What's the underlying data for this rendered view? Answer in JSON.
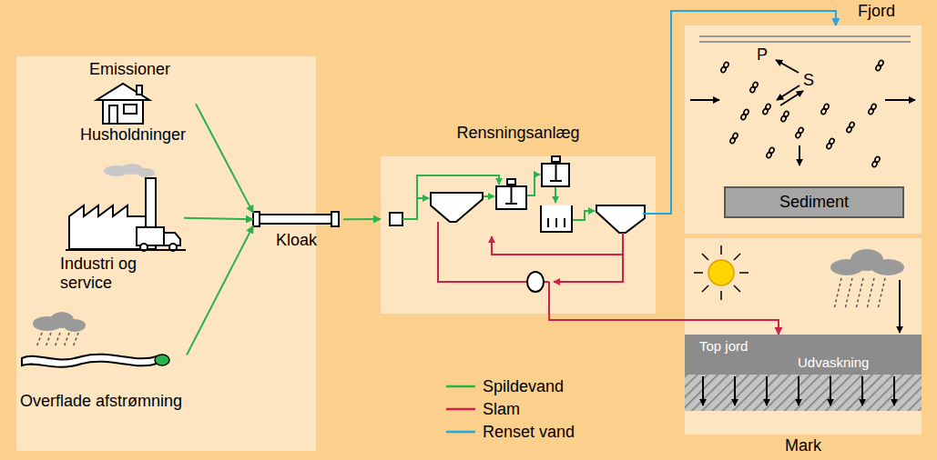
{
  "diagram": {
    "nodes": [
      {
        "text": [
          "Emissioner"
        ]
      },
      {
        "text": [
          "Husholdninger"
        ],
        "in": 0
      },
      {
        "text": [
          "Industri og service"
        ],
        "in": 0
      },
      {
        "text": [
          "Overflade afstrømning"
        ],
        "in": 0
      },
      {
        "text": [
          "Kloak"
        ]
      },
      {
        "text": [
          "Rensningsanlæg"
        ]
      },
      {
        "text": [
          "Fjord"
        ]
      },
      {
        "text": [
          "Sediment"
        ],
        "in": 6
      },
      {
        "text": [
          "Mark"
        ]
      },
      {
        "text": [
          "Top jord",
          "Udvaskning"
        ],
        "in": 8
      }
    ],
    "edges": [
      {
        "from": 1,
        "to": 4,
        "arrow": "to"
      },
      {
        "from": 2,
        "to": 4,
        "arrow": "to"
      },
      {
        "from": 3,
        "to": 4,
        "arrow": "to"
      },
      {
        "from": 4,
        "to": 5,
        "arrow": "to"
      },
      {
        "from": 5,
        "to": 6,
        "arrow": "to"
      },
      {
        "from": 5,
        "to": 9,
        "arrow": "to"
      }
    ],
    "labels": [
      "P",
      "S"
    ],
    "legend": [
      {
        "text": "Spildevand"
      },
      {
        "text": "Slam"
      },
      {
        "text": "Renset vand"
      }
    ]
  }
}
